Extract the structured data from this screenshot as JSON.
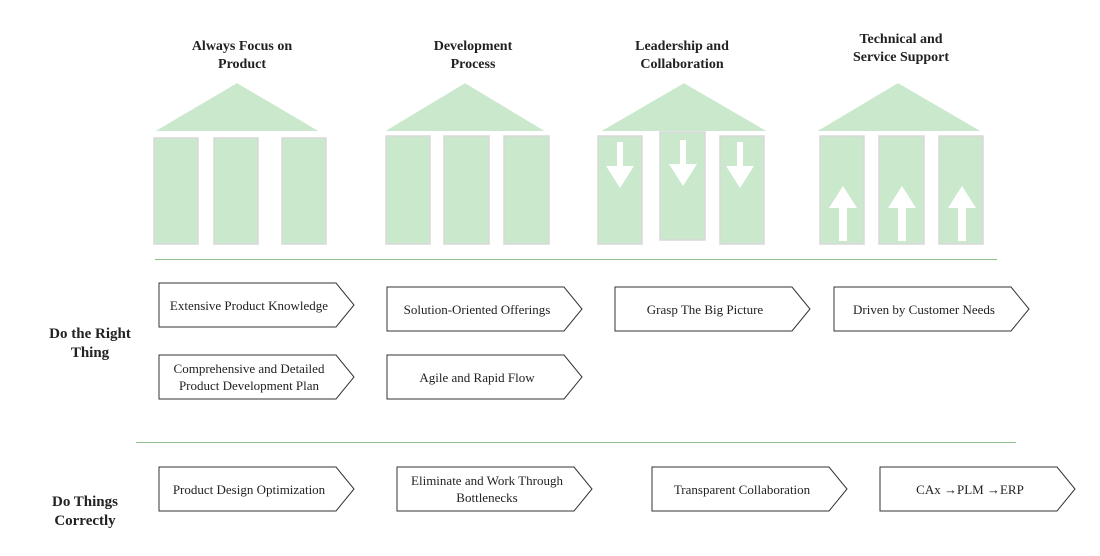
{
  "pillars": [
    {
      "title_line1": "Always Focus on",
      "title_line2": "Product",
      "arrows": "none"
    },
    {
      "title_line1": "Development",
      "title_line2": "Process",
      "arrows": "none"
    },
    {
      "title_line1": "Leadership and",
      "title_line2": "Collaboration",
      "arrows": "down"
    },
    {
      "title_line1": "Technical and",
      "title_line2": "Service Support",
      "arrows": "up"
    }
  ],
  "rows": {
    "right_thing": {
      "label_line1": "Do the Right",
      "label_line2": "Thing"
    },
    "correctly": {
      "label_line1": "Do Things",
      "label_line2": "Correctly"
    }
  },
  "tags": {
    "t1": {
      "line1": "Extensive Product Knowledge",
      "line2": ""
    },
    "t2": {
      "line1": "Solution-Oriented Offerings",
      "line2": ""
    },
    "t3": {
      "line1": "Grasp The Big Picture",
      "line2": ""
    },
    "t4": {
      "line1": "Driven by Customer Needs",
      "line2": ""
    },
    "t5": {
      "line1": "Comprehensive and Detailed",
      "line2": "Product Development Plan"
    },
    "t6": {
      "line1": "Agile and Rapid Flow",
      "line2": ""
    },
    "t7": {
      "line1": "Product Design Optimization",
      "line2": ""
    },
    "t8": {
      "line1": "Eliminate and Work Through",
      "line2": "Bottlenecks"
    },
    "t9": {
      "line1": "Transparent Collaboration",
      "line2": ""
    },
    "t10": {
      "line1": "CAx →PLM →ERP",
      "line2": ""
    }
  },
  "colors": {
    "pillar_fill": "#c9e8cc",
    "divider": "#8fbf8f",
    "tag_border": "#333333"
  }
}
